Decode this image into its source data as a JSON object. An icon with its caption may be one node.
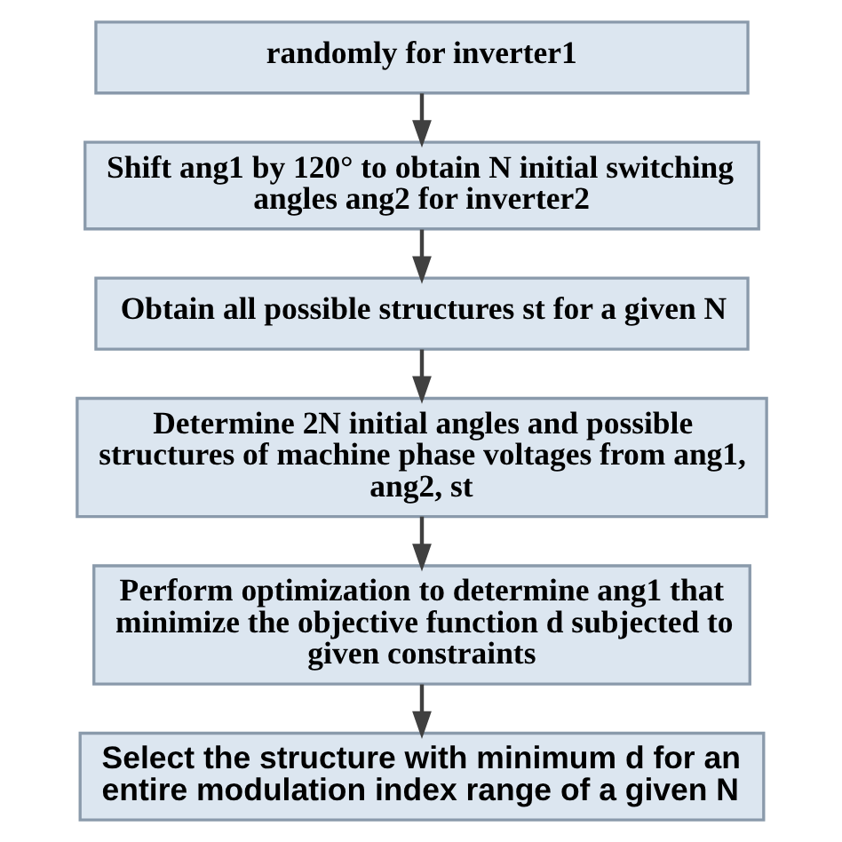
{
  "diagram": {
    "nodes": [
      {
        "text": [
          "randomly for inverter1"
        ]
      },
      {
        "text": [
          "Shift ang1 by 120° to obtain N initial switching angles ang2 for inverter2"
        ]
      },
      {
        "text": [
          "Obtain all possible structures st for a given N"
        ]
      },
      {
        "text": [
          "Determine 2N initial angles and possible structures of machine phase voltages from ang1, ang2, st"
        ]
      },
      {
        "text": [
          "Perform optimization to determine ang1 that minimize the objective function d subjected to given constraints"
        ]
      },
      {
        "text": [
          "Select the structure with minimum d for an entire modulation index range of a given N"
        ]
      }
    ],
    "edges": [
      {
        "from": 0,
        "to": 1,
        "arrow": "to"
      },
      {
        "from": 1,
        "to": 2,
        "arrow": "to"
      },
      {
        "from": 2,
        "to": 3,
        "arrow": "to"
      },
      {
        "from": 3,
        "to": 4,
        "arrow": "to"
      },
      {
        "from": 4,
        "to": 5,
        "arrow": "to"
      }
    ]
  }
}
